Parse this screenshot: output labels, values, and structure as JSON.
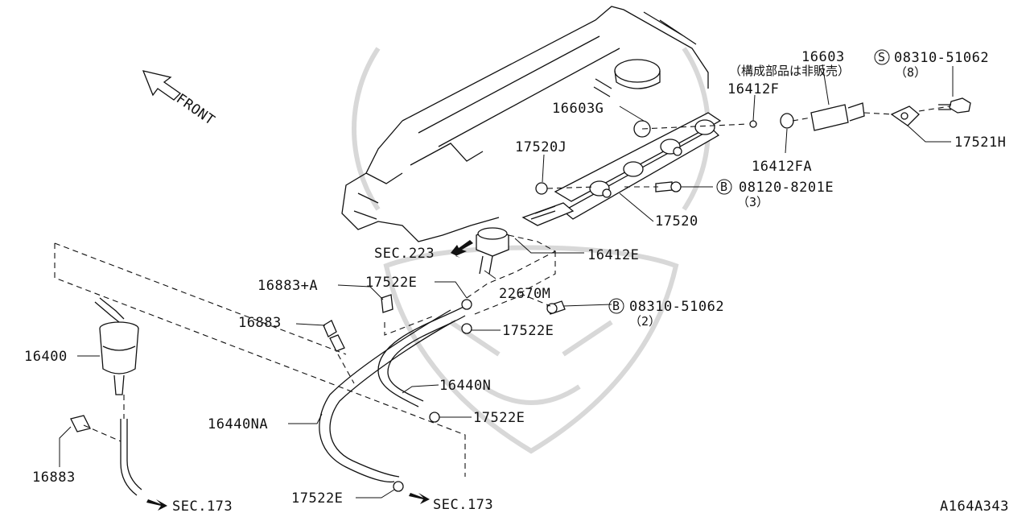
{
  "diagram": {
    "front_label": "FRONT",
    "figure_code": "A164A343",
    "note_jp": "（構成部品は非販売）",
    "parts": {
      "p16603": "16603",
      "p16603G": "16603G",
      "p16412F": "16412F",
      "p16412FA": "16412FA",
      "p17520J": "17520J",
      "p17520": "17520",
      "p17521H": "17521H",
      "p16412E": "16412E",
      "p22670M": "22670M",
      "p16883A": "16883+A",
      "p17522E_a": "17522E",
      "p17522E_b": "17522E",
      "p17522E_c": "17522E",
      "p17522E_d": "17522E",
      "p16883_a": "16883",
      "p16883_b": "16883",
      "p16400": "16400",
      "p16440N": "16440N",
      "p16440NA": "16440NA"
    },
    "bolts": {
      "s_bolt": {
        "symbol": "S",
        "number": "08310-51062",
        "qty": "（8）"
      },
      "b_bolt1": {
        "symbol": "B",
        "number": "08120-8201E",
        "qty": "（3）"
      },
      "b_bolt2": {
        "symbol": "B",
        "number": "08310-51062",
        "qty": "（2）"
      }
    },
    "sections": {
      "sec223": "SEC.223",
      "sec173_left": "SEC.173",
      "sec173_right": "SEC.173"
    }
  }
}
